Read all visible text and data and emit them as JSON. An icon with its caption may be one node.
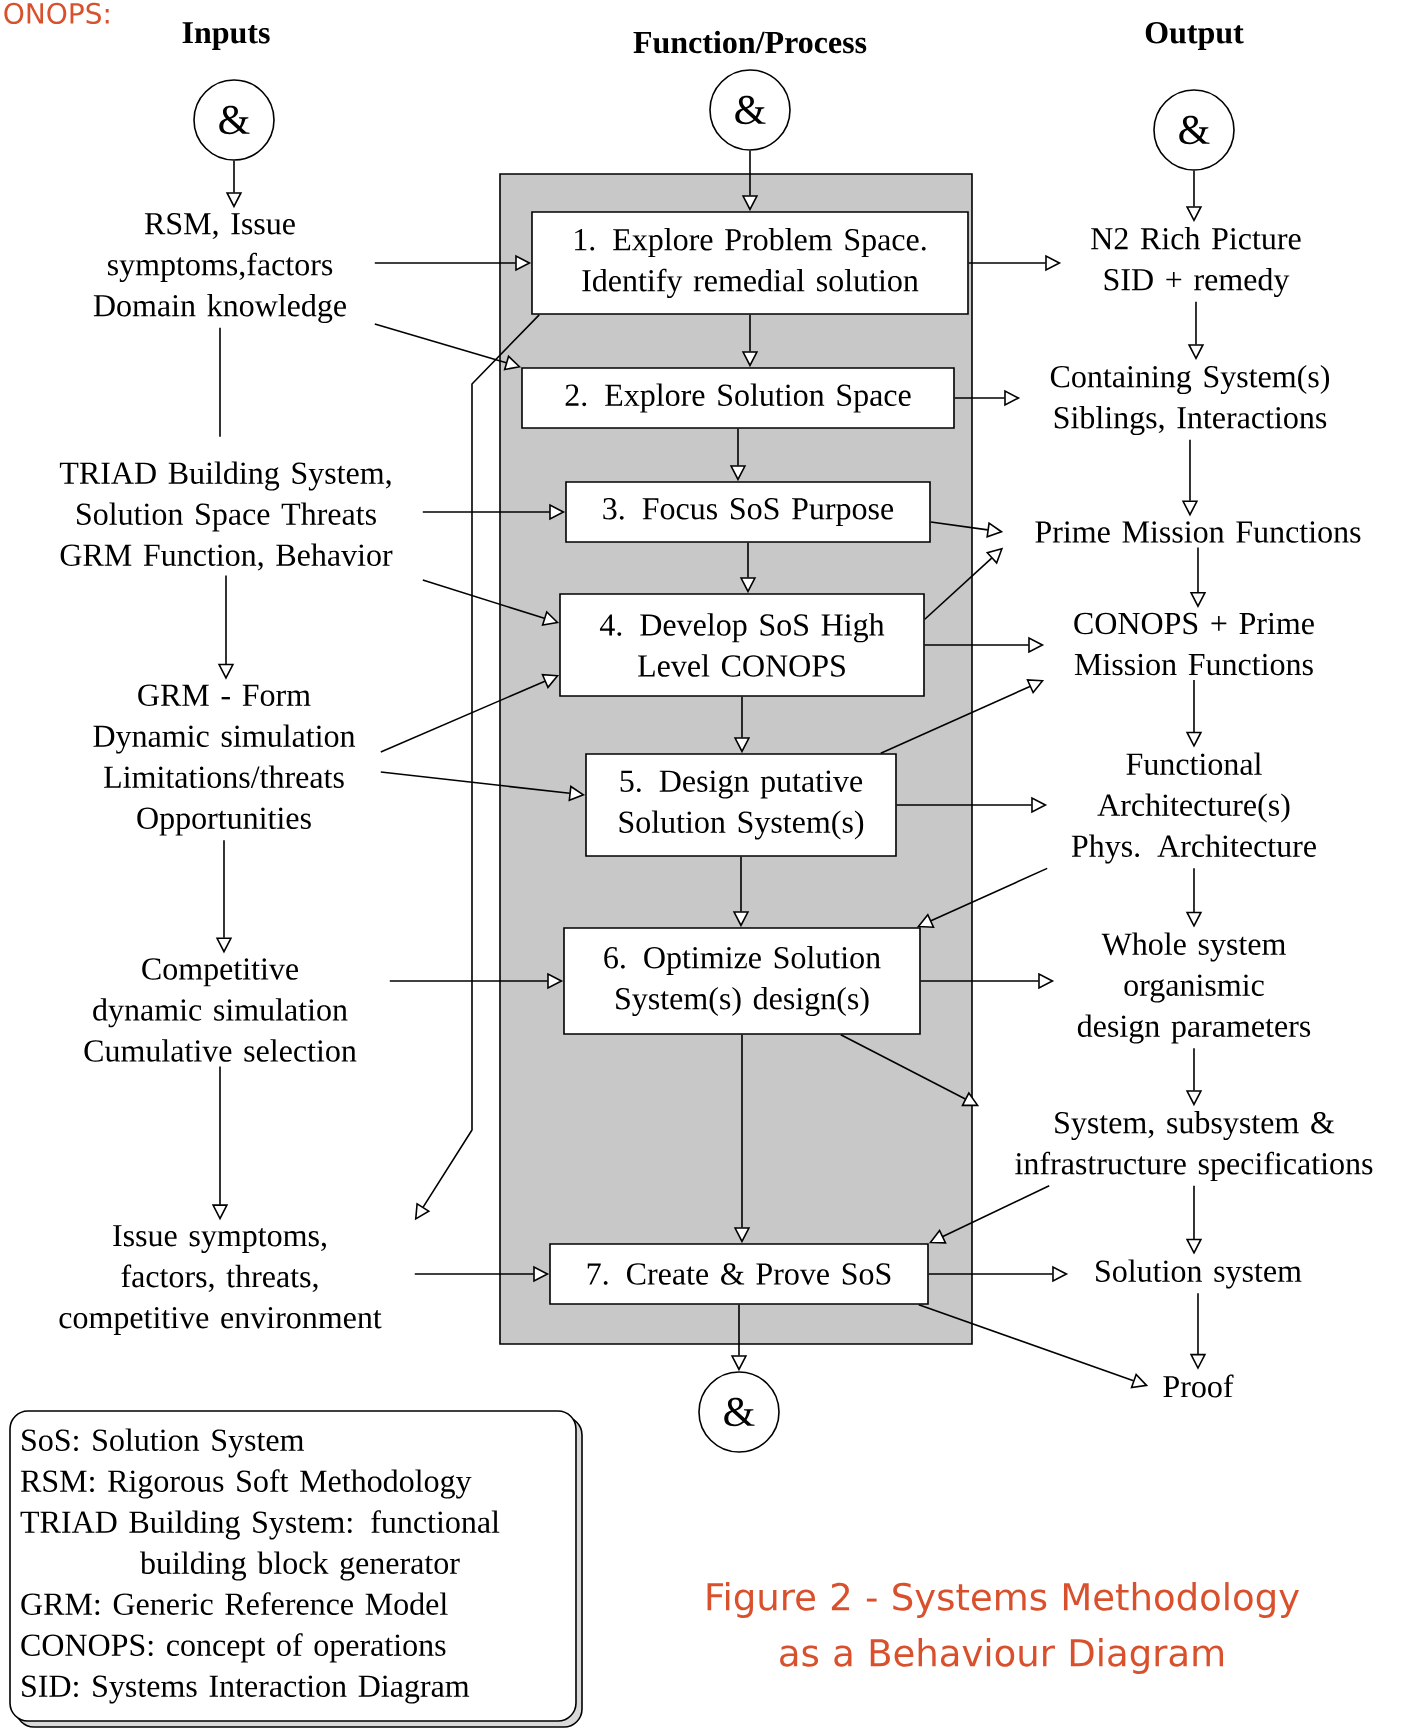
{
  "diagram": {
    "caption": "Figure 2 - Systems Methodology as a Behaviour Diagram",
    "nodes": [
      {
        "text": [
          "&"
        ]
      },
      {
        "text": [
          "&"
        ]
      },
      {
        "text": [
          "&"
        ]
      },
      {
        "text": [],
        "shape": "box"
      },
      {
        "text": [
          "RSM, Issue symptoms,factors Domain knowledge"
        ]
      },
      {
        "text": [
          "1. Explore Problem Space. Identify remedial solution"
        ],
        "in": 3
      },
      {
        "text": [
          "N2 Rich Picture SID + remedy"
        ]
      },
      {
        "text": [
          "2. Explore Solution Space"
        ],
        "in": 3
      },
      {
        "text": [
          "Containing System(s) Siblings, Interactions"
        ]
      },
      {
        "text": [
          "TRIAD Building System, Solution Space Threats GRM Function, Behavior"
        ]
      },
      {
        "text": [
          "3. Focus SoS Purpose"
        ],
        "in": 3
      },
      {
        "text": [
          "Prime Mission Functions"
        ]
      },
      {
        "text": [
          "4. Develop SoS High Level CONOPS"
        ],
        "in": 3
      },
      {
        "text": [
          "CONOPS + Prime Mission Functions"
        ]
      },
      {
        "text": [
          "GRM - Form Dynamic simulation Limitations/threats Opportunities"
        ]
      },
      {
        "text": [
          "5. Design putative Solution System(s)"
        ],
        "in": 3
      },
      {
        "text": [
          "Functional Architecture(s) Phys. Architecture"
        ]
      },
      {
        "text": [
          "Competitive dynamic simulation Cumulative selection"
        ]
      },
      {
        "text": [
          "6. Optimize Solution System(s) design(s)"
        ],
        "in": 3
      },
      {
        "text": [
          "Whole system organismic design parameters"
        ]
      },
      {
        "text": [
          "System, subsystem & infrastructure specifications"
        ]
      },
      {
        "text": [
          "Issue symptoms, factors, threats, competitive environment"
        ]
      },
      {
        "text": [
          "7. Create & Prove SoS"
        ],
        "in": 3
      },
      {
        "text": [
          "Solution system"
        ]
      },
      {
        "text": [
          "Proof"
        ]
      },
      {
        "text": [
          "&"
        ]
      },
      {
        "text": [
          "SoS: Solution System",
          "RSM: Rigorous Soft Methodology",
          "TRIAD Building System: functional building block generator",
          "GRM: Generic Reference Model",
          "CONOPS: concept of operations",
          "SID: Systems Interaction Diagram"
        ]
      }
    ],
    "edges": [
      {
        "from": 0,
        "to": 4,
        "arrow": "to"
      },
      {
        "from": 1,
        "to": 5,
        "arrow": "to"
      },
      {
        "from": 2,
        "to": 6,
        "arrow": "to"
      },
      {
        "from": 4,
        "to": 5,
        "arrow": "to"
      },
      {
        "from": 4,
        "to": 7,
        "arrow": "to"
      },
      {
        "from": 4,
        "to": 9,
        "arrow": "none"
      },
      {
        "from": 5,
        "to": 7,
        "arrow": "to"
      },
      {
        "from": 5,
        "to": 6,
        "arrow": "to"
      },
      {
        "from": 5,
        "to": 21,
        "arrow": "to"
      },
      {
        "from": 7,
        "to": 10,
        "arrow": "to"
      },
      {
        "from": 7,
        "to": 8,
        "arrow": "to"
      },
      {
        "from": 6,
        "to": 8,
        "arrow": "to"
      },
      {
        "from": 8,
        "to": 11,
        "arrow": "to"
      },
      {
        "from": 9,
        "to": 10,
        "arrow": "to"
      },
      {
        "from": 9,
        "to": 12,
        "arrow": "to"
      },
      {
        "from": 9,
        "to": 14,
        "arrow": "to"
      },
      {
        "from": 10,
        "to": 12,
        "arrow": "to"
      },
      {
        "from": 10,
        "to": 11,
        "arrow": "to"
      },
      {
        "from": 11,
        "to": 13,
        "arrow": "to"
      },
      {
        "from": 12,
        "to": 13,
        "arrow": "to"
      },
      {
        "from": 12,
        "to": 11,
        "arrow": "to"
      },
      {
        "from": 12,
        "to": 15,
        "arrow": "to"
      },
      {
        "from": 13,
        "to": 16,
        "arrow": "to"
      },
      {
        "from": 14,
        "to": 12,
        "arrow": "to"
      },
      {
        "from": 14,
        "to": 15,
        "arrow": "to"
      },
      {
        "from": 14,
        "to": 17,
        "arrow": "to"
      },
      {
        "from": 15,
        "to": 18,
        "arrow": "to"
      },
      {
        "from": 15,
        "to": 16,
        "arrow": "to"
      },
      {
        "from": 15,
        "to": 13,
        "arrow": "to"
      },
      {
        "from": 16,
        "to": 19,
        "arrow": "to"
      },
      {
        "from": 16,
        "to": 18,
        "arrow": "to"
      },
      {
        "from": 17,
        "to": 18,
        "arrow": "to"
      },
      {
        "from": 17,
        "to": 21,
        "arrow": "to"
      },
      {
        "from": 18,
        "to": 22,
        "arrow": "to"
      },
      {
        "from": 18,
        "to": 19,
        "arrow": "to"
      },
      {
        "from": 18,
        "to": 20,
        "arrow": "to"
      },
      {
        "from": 19,
        "to": 20,
        "arrow": "to"
      },
      {
        "from": 20,
        "to": 22,
        "arrow": "to"
      },
      {
        "from": 20,
        "to": 23,
        "arrow": "to"
      },
      {
        "from": 21,
        "to": 22,
        "arrow": "to"
      },
      {
        "from": 22,
        "to": 23,
        "arrow": "to"
      },
      {
        "from": 22,
        "to": 24,
        "arrow": "to"
      },
      {
        "from": 22,
        "to": 25,
        "arrow": "to"
      },
      {
        "from": 23,
        "to": 24,
        "arrow": "to"
      }
    ],
    "labels": [
      "ONOPS:",
      "Inputs",
      "Function/Process",
      "Output"
    ]
  }
}
